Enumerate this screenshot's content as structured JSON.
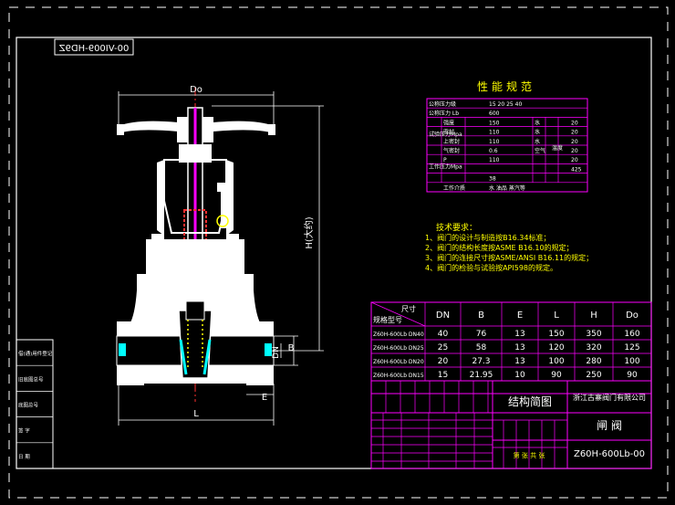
{
  "drawing_number_mirrored": "00-VI009-HD9Z",
  "perf_table": {
    "title": "性能规范",
    "rows": [
      {
        "label": "公称压力级",
        "value": "15 20 25 40"
      },
      {
        "label": "公称压力 Lb",
        "value": "600"
      },
      {
        "label": "强度",
        "value": "150",
        "u": "水",
        "t": "20"
      },
      {
        "label": "密封",
        "value": "110",
        "u": "水",
        "t": "20"
      },
      {
        "label": "上密封",
        "value": "110",
        "u": "水",
        "t": "20"
      },
      {
        "label": "气密封",
        "value": "0.6",
        "u": "空气",
        "t": "20"
      },
      {
        "label": "P",
        "value": "110",
        "t": "20"
      },
      {
        "label": "",
        "value": "",
        "t": "425"
      },
      {
        "label": "",
        "value": "38",
        "t": ""
      },
      {
        "label": "工作介质",
        "value": "水 油品 蒸汽等",
        "t": ""
      }
    ],
    "left_groups": [
      "试验压力Mpa",
      "工作压力Mpa"
    ],
    "right_group": "温度"
  },
  "tech": {
    "heading": "技术要求：",
    "lines": [
      "1、阀门的设计与制造按B16.34标准；",
      "2、阀门的结构长度按ASME B16.10的规定；",
      "3、阀门的连接尺寸按ASME/ANSI B16.11的规定；",
      "4、阀门的检验与试验按API598的规定。"
    ]
  },
  "dim_table": {
    "corner_top": "尺寸",
    "corner_bottom": "规格型号",
    "headers": [
      "DN",
      "B",
      "E",
      "L",
      "H",
      "Do"
    ],
    "rows": [
      {
        "model": "Z60H-600Lb DN40",
        "vals": [
          "40",
          "76",
          "13",
          "150",
          "350",
          "160"
        ]
      },
      {
        "model": "Z60H-600Lb DN25",
        "vals": [
          "25",
          "58",
          "13",
          "120",
          "320",
          "125"
        ]
      },
      {
        "model": "Z60H-600Lb DN20",
        "vals": [
          "20",
          "27.3",
          "13",
          "100",
          "280",
          "100"
        ]
      },
      {
        "model": "Z60H-600Lb DN15",
        "vals": [
          "15",
          "21.95",
          "10",
          "90",
          "250",
          "90"
        ]
      }
    ]
  },
  "title_block": {
    "drawing_title": "结构简图",
    "company": "浙江古寨阀门有限公司",
    "product": "闸 阀",
    "code": "Z60H-600Lb-00",
    "sheet_label": "第 张 共 张"
  },
  "dims": {
    "Do": "Do",
    "H": "H(大约)",
    "B": "B",
    "DN": "DN",
    "E": "E",
    "L": "L"
  },
  "left_strip": [
    "借(通)用件登记",
    "旧底图总号",
    "底图总号",
    "签 字",
    "日 期"
  ]
}
